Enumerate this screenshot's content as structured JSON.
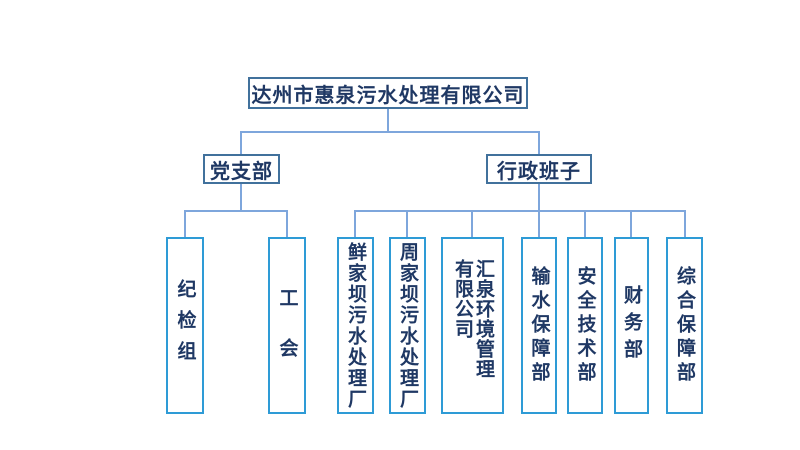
{
  "palette": {
    "connector_line": "#7EA6DC",
    "upper_box_border": "#41719C",
    "leaf_box_border": "#2E9BD6",
    "text_color": "#1F3864",
    "background": "#FFFFFF"
  },
  "org_chart": {
    "type": "organization-tree",
    "root": {
      "label": "达州市惠泉污水处理有限公司"
    },
    "level2": [
      {
        "label": "党支部"
      },
      {
        "label": "行政班子"
      }
    ],
    "party_children": [
      {
        "label": "纪检组"
      },
      {
        "label": "工　会"
      }
    ],
    "admin_children": [
      {
        "label": "鲜家坝污水处理厂"
      },
      {
        "label": "周家坝污水处理厂"
      },
      {
        "label": "汇泉环境管理",
        "label2": "有限公司"
      },
      {
        "label": "输水保障部"
      },
      {
        "label": "安全技术部"
      },
      {
        "label": "财务部"
      },
      {
        "label": "综合保障部"
      }
    ]
  }
}
